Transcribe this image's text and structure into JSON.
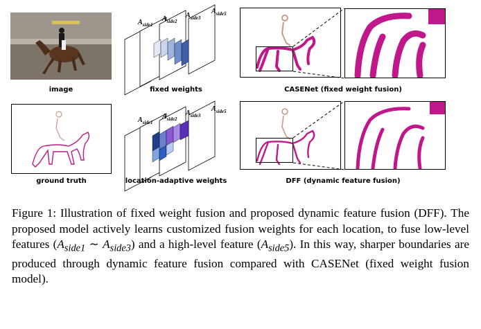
{
  "panels": {
    "image_label": "image",
    "fixed_label": "fixed weights",
    "casenet_label": "CASENet (fixed weight fusion)",
    "gt_label": "ground truth",
    "adaptive_label": "location-adaptive weights",
    "dff_label": "DFF (dynamic feature fusion)"
  },
  "layer_labels": {
    "a": "A",
    "s1": "side1",
    "s2": "side2",
    "s3": "side3",
    "s5": "side5"
  },
  "caption": {
    "p1": "Figure 1: Illustration of fixed weight fusion and proposed dynamic feature fusion (DFF). The proposed model actively learns customized fusion weights for each location, to fuse low-level features (",
    "m1": "A",
    "m1sub": "side1",
    "tilde": " ∼ ",
    "m2": "A",
    "m2sub": "side3",
    "p2": ") and a high-level feature (",
    "m3": "A",
    "m3sub": "side5",
    "p3": "). In this way, sharper boundaries are produced through dynamic feature fusion compared with CASENet (fixed weight fusion model)."
  },
  "colors": {
    "magenta": "#c0178a",
    "tan": "#c89a8a",
    "arena": "#8a8278",
    "horse": "#5a3a22"
  }
}
